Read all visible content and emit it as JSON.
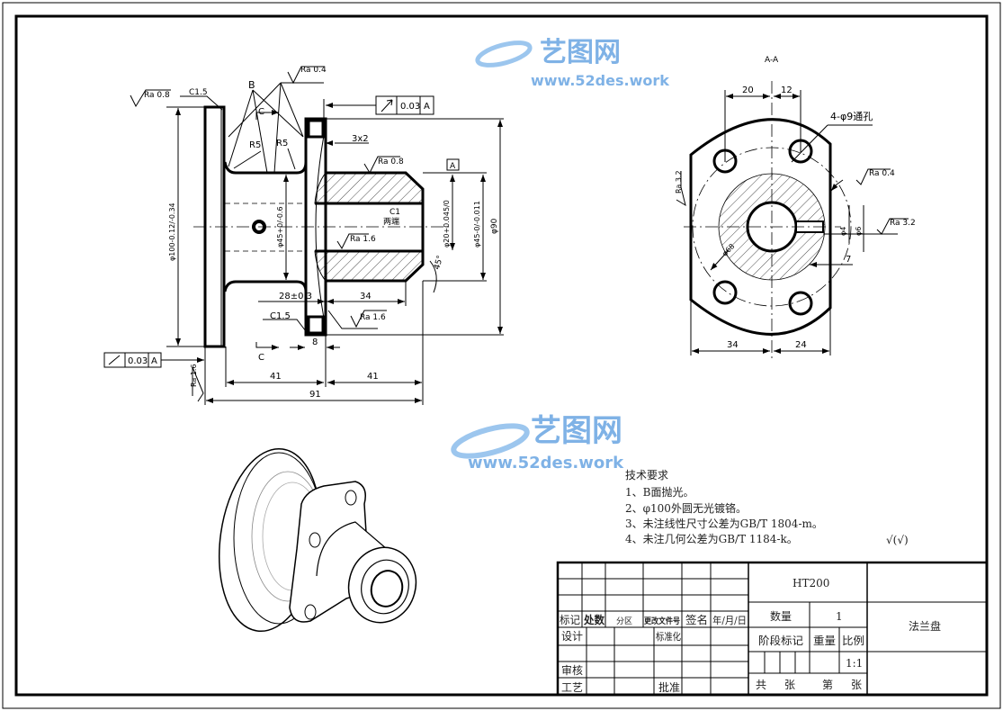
{
  "main_view": {
    "ra_top_left": "Ra 0.8",
    "chamfer_left": "C1.5",
    "label_b": "B",
    "ra_top": "Ra 0.4",
    "label_c_top": "C",
    "r5_left": "R5",
    "r5_right": "R5",
    "tol_top": {
      "value": "0.03",
      "datum": "A"
    },
    "groove": "3x2",
    "ra_boss": "Ra 0.8",
    "datum_a": "A",
    "chamfer_c1": "C1",
    "chamfer_c1_note": "两端",
    "dia_100": "φ100-0.12/-0.34",
    "dia_45_hub": "φ45+0/-0.6",
    "dia_20": "φ20+0.045/0",
    "dia_45": "φ45-0/-0.011",
    "dia_90": "φ90",
    "ra_bore": "Ra 1.6",
    "angle": "45°",
    "dim_28": "28±0.3",
    "dim_34": "34",
    "chamfer_c15_bottom": "C1.5",
    "ra_bottom": "Ra 1.6",
    "dim_8": "8",
    "label_c_bottom": "C",
    "tol_bottom": {
      "value": "0.03",
      "datum": "A"
    },
    "ra_left_face": "Ra 1.6",
    "dim_41_left": "41",
    "dim_41_right": "41",
    "dim_91": "91"
  },
  "section_view": {
    "title": "A-A",
    "dim_20": "20",
    "dim_12": "12",
    "holes": "4-φ9通孔",
    "ra_right": "Ra 0.4",
    "ra_left": "Ra 3.2",
    "ra_pin": "Ra 3.2",
    "dia_4": "φ4",
    "dia_6": "φ6",
    "dim_7": "7",
    "dia_68": "φ68",
    "dim_34": "34",
    "dim_24": "24"
  },
  "tech_requirements": {
    "title": "技术要求",
    "items": [
      "1、B面抛光。",
      "2、φ100外圆无光镀铬。",
      "3、未注线性尺寸公差为GB/T 1804-m。",
      "4、未注几何公差为GB/T 1184-k。"
    ]
  },
  "roughness_note": "√(√)",
  "watermark": {
    "name": "艺图网",
    "url": "www.52des.work"
  },
  "title_block": {
    "material": "HT200",
    "part_name": "法兰盘",
    "headers": [
      "标记",
      "处数",
      "分区",
      "更改文件号",
      "签名",
      "年/月/日"
    ],
    "design": "设计",
    "standardize": "标准化",
    "review": "审核",
    "process": "工艺",
    "approve": "批准",
    "quantity_label": "数量",
    "quantity": "1",
    "stage_label": "阶段标记",
    "weight_label": "重量",
    "scale_label": "比例",
    "scale": "1:1",
    "total_sheets": "共",
    "sheets1": "张",
    "sheet_no": "第",
    "sheets2": "张"
  }
}
